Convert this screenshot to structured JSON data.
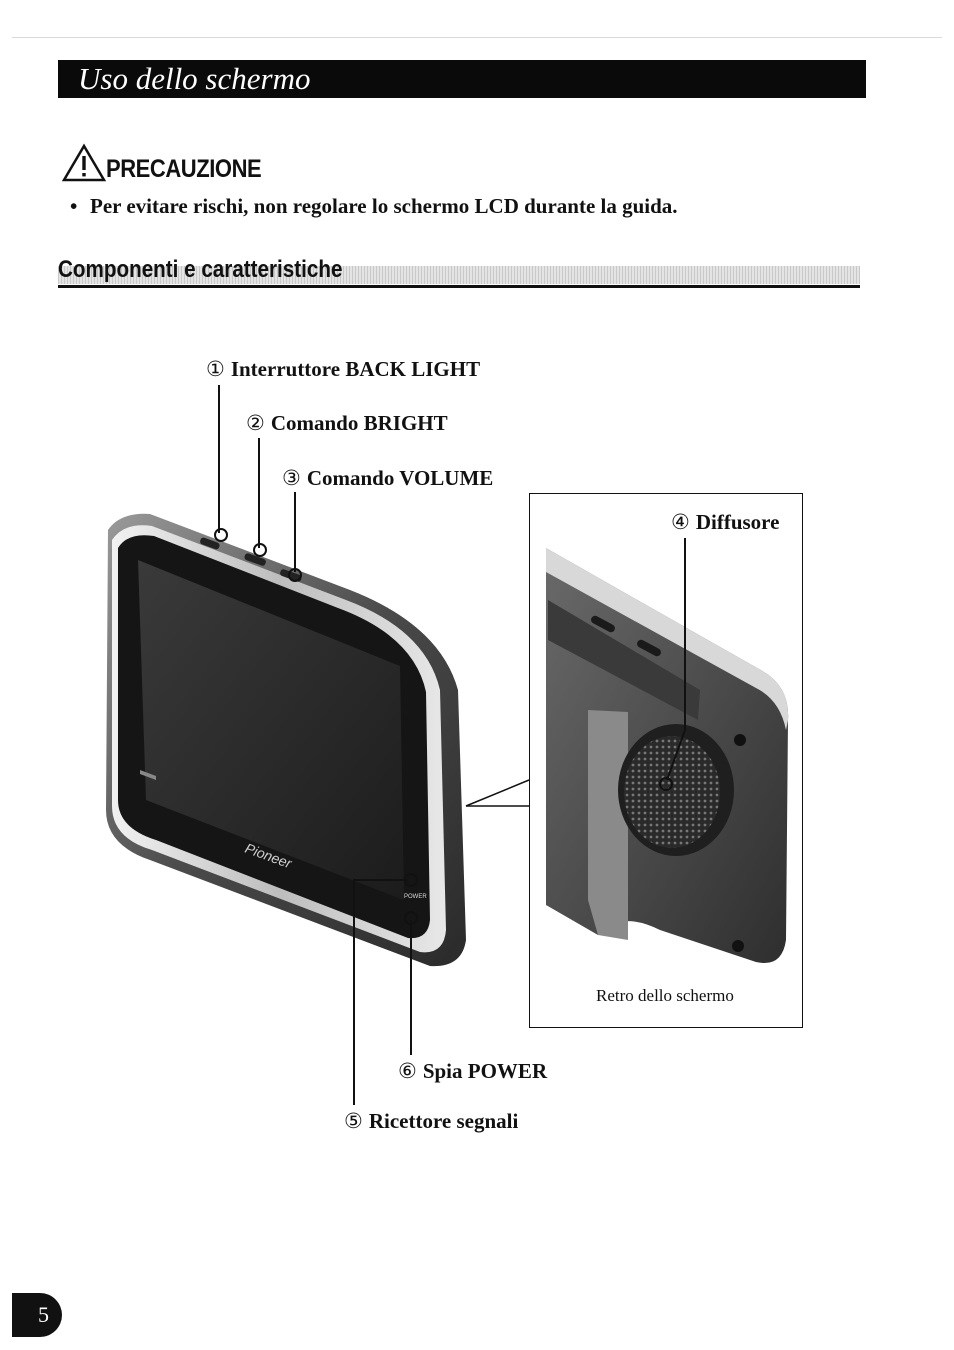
{
  "page": {
    "title": "Uso dello schermo",
    "page_number": "5"
  },
  "caution": {
    "icon": "warning-triangle-icon",
    "label": "PRECAUZIONE",
    "bullet_marker": "•",
    "text": "Per evitare rischi, non regolare lo schermo LCD durante la guida."
  },
  "section": {
    "heading": "Componenti e caratteristiche"
  },
  "callouts": [
    {
      "num": "①",
      "label": "Interruttore BACK LIGHT"
    },
    {
      "num": "②",
      "label": "Comando BRIGHT"
    },
    {
      "num": "③",
      "label": "Comando VOLUME"
    },
    {
      "num": "④",
      "label": "Diffusore"
    },
    {
      "num": "⑤",
      "label": "Ricettore segnali"
    },
    {
      "num": "⑥",
      "label": "Spia POWER"
    }
  ],
  "device": {
    "brand": "Pioneer",
    "power_label": "POWER"
  },
  "inset": {
    "caption": "Retro dello schermo"
  }
}
